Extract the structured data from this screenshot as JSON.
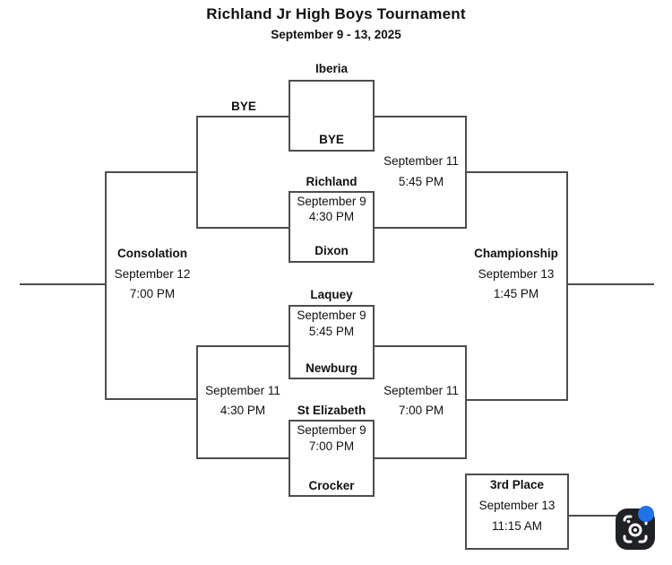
{
  "header": {
    "title": "Richland Jr High Boys Tournament",
    "subtitle": "September 9 - 13, 2025"
  },
  "first_round": [
    {
      "top_team": "Iberia",
      "bottom_team": "BYE",
      "date": "",
      "time": ""
    },
    {
      "top_team": "Richland",
      "bottom_team": "Dixon",
      "date": "September 9",
      "time": "4:30 PM"
    },
    {
      "top_team": "Laquey",
      "bottom_team": "Newburg",
      "date": "September 9",
      "time": "5:45 PM"
    },
    {
      "top_team": "St Elizabeth",
      "bottom_team": "Crocker",
      "date": "September 9",
      "time": "7:00 PM"
    }
  ],
  "bye_advance_label": "BYE",
  "semifinals": [
    {
      "date": "September 11",
      "time": "5:45 PM"
    },
    {
      "date": "September 11",
      "time": "7:00 PM"
    }
  ],
  "consolation_semifinal": {
    "date": "September 11",
    "time": "4:30 PM"
  },
  "consolation_final": {
    "label": "Consolation",
    "date": "September 12",
    "time": "7:00 PM"
  },
  "championship": {
    "label": "Championship",
    "date": "September 13",
    "time": "1:45 PM"
  },
  "third_place": {
    "label": "3rd Place",
    "date": "September 13",
    "time": "11:15 AM"
  },
  "icons": {
    "lens_camera": "screenshot-search-camera"
  },
  "colors": {
    "line": "#4d4d4d",
    "text": "#111111",
    "lens_badge_blue": "#1f72e8",
    "lens_icon_bg": "#202124"
  }
}
